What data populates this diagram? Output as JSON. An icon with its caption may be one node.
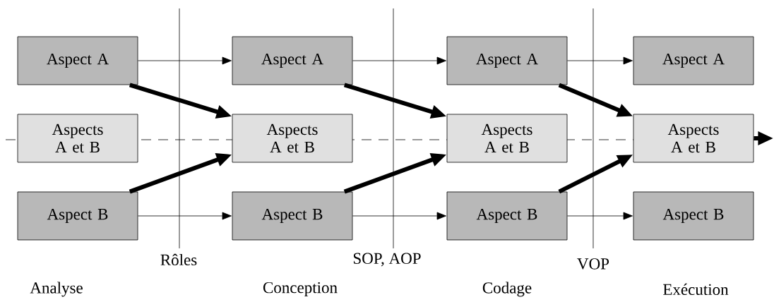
{
  "diagram": {
    "nodes": [
      {
        "text": [
          "Aspect A"
        ]
      },
      {
        "text": [
          "Aspect A"
        ]
      },
      {
        "text": [
          "Aspect A"
        ]
      },
      {
        "text": [
          "Aspect A"
        ]
      },
      {
        "text": [
          "Aspects A et B"
        ]
      },
      {
        "text": [
          "Aspects A et B"
        ]
      },
      {
        "text": [
          "Aspects A et B"
        ]
      },
      {
        "text": [
          "Aspects A et B"
        ]
      },
      {
        "text": [
          "Aspect B"
        ]
      },
      {
        "text": [
          "Aspect B"
        ]
      },
      {
        "text": [
          "Aspect B"
        ]
      },
      {
        "text": [
          "Aspect B"
        ]
      }
    ],
    "edges": [
      {
        "from": 0,
        "to": 1,
        "arrow": "to"
      },
      {
        "from": 1,
        "to": 2,
        "arrow": "to"
      },
      {
        "from": 2,
        "to": 3,
        "arrow": "to"
      },
      {
        "from": 8,
        "to": 9,
        "arrow": "to"
      },
      {
        "from": 9,
        "to": 10,
        "arrow": "to"
      },
      {
        "from": 10,
        "to": 11,
        "arrow": "to"
      },
      {
        "from": 0,
        "to": 5,
        "arrow": "to"
      },
      {
        "from": 8,
        "to": 5,
        "arrow": "to"
      },
      {
        "from": 1,
        "to": 6,
        "arrow": "to"
      },
      {
        "from": 9,
        "to": 6,
        "arrow": "to"
      },
      {
        "from": 2,
        "to": 7,
        "arrow": "to"
      },
      {
        "from": 10,
        "to": 7,
        "arrow": "to"
      },
      {
        "from": 7,
        "to": null,
        "arrow": "to"
      }
    ],
    "labels": [
      "Rôles",
      "SOP, AOP",
      "VOP",
      "Analyse",
      "Conception",
      "Codage",
      "Exécution"
    ]
  }
}
